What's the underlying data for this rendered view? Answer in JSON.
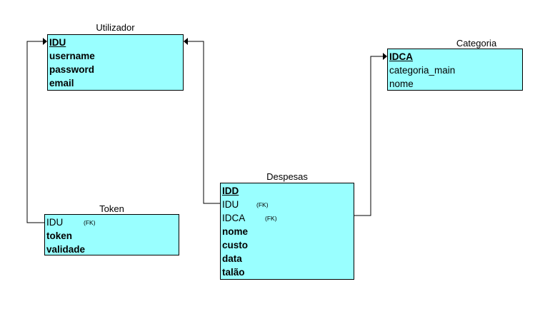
{
  "diagram": {
    "line_color": "#000000",
    "box_fill": "#99ffff",
    "tables": {
      "utilizador": {
        "title": "Utilizador",
        "fields": [
          {
            "name": "IDU",
            "pk": true,
            "fk": ""
          },
          {
            "name": "username",
            "pk": false,
            "fk": ""
          },
          {
            "name": "password",
            "pk": false,
            "fk": ""
          },
          {
            "name": "email",
            "pk": false,
            "fk": ""
          }
        ]
      },
      "categoria": {
        "title": "Categoria",
        "fields": [
          {
            "name": "IDCA",
            "pk": true,
            "fk": ""
          },
          {
            "name": "categoria_main",
            "pk": false,
            "fk": ""
          },
          {
            "name": "nome",
            "pk": false,
            "fk": ""
          }
        ]
      },
      "despesas": {
        "title": "Despesas",
        "fields": [
          {
            "name": "IDD",
            "pk": true,
            "fk": ""
          },
          {
            "name": "IDU",
            "pk": false,
            "fk": "(FK)"
          },
          {
            "name": "IDCA",
            "pk": false,
            "fk": "(FK)"
          },
          {
            "name": "nome",
            "pk": false,
            "fk": ""
          },
          {
            "name": "custo",
            "pk": false,
            "fk": ""
          },
          {
            "name": "data",
            "pk": false,
            "fk": ""
          },
          {
            "name": "talão",
            "pk": false,
            "fk": ""
          }
        ]
      },
      "token": {
        "title": "Token",
        "fields": [
          {
            "name": "IDU",
            "pk": false,
            "fk": "(FK)"
          },
          {
            "name": "token",
            "pk": false,
            "fk": ""
          },
          {
            "name": "validade",
            "pk": false,
            "fk": ""
          }
        ]
      }
    },
    "relations": [
      {
        "from": "token.IDU",
        "to": "utilizador.IDU"
      },
      {
        "from": "despesas.IDU",
        "to": "utilizador.IDU"
      },
      {
        "from": "despesas.IDCA",
        "to": "categoria.IDCA"
      }
    ]
  }
}
